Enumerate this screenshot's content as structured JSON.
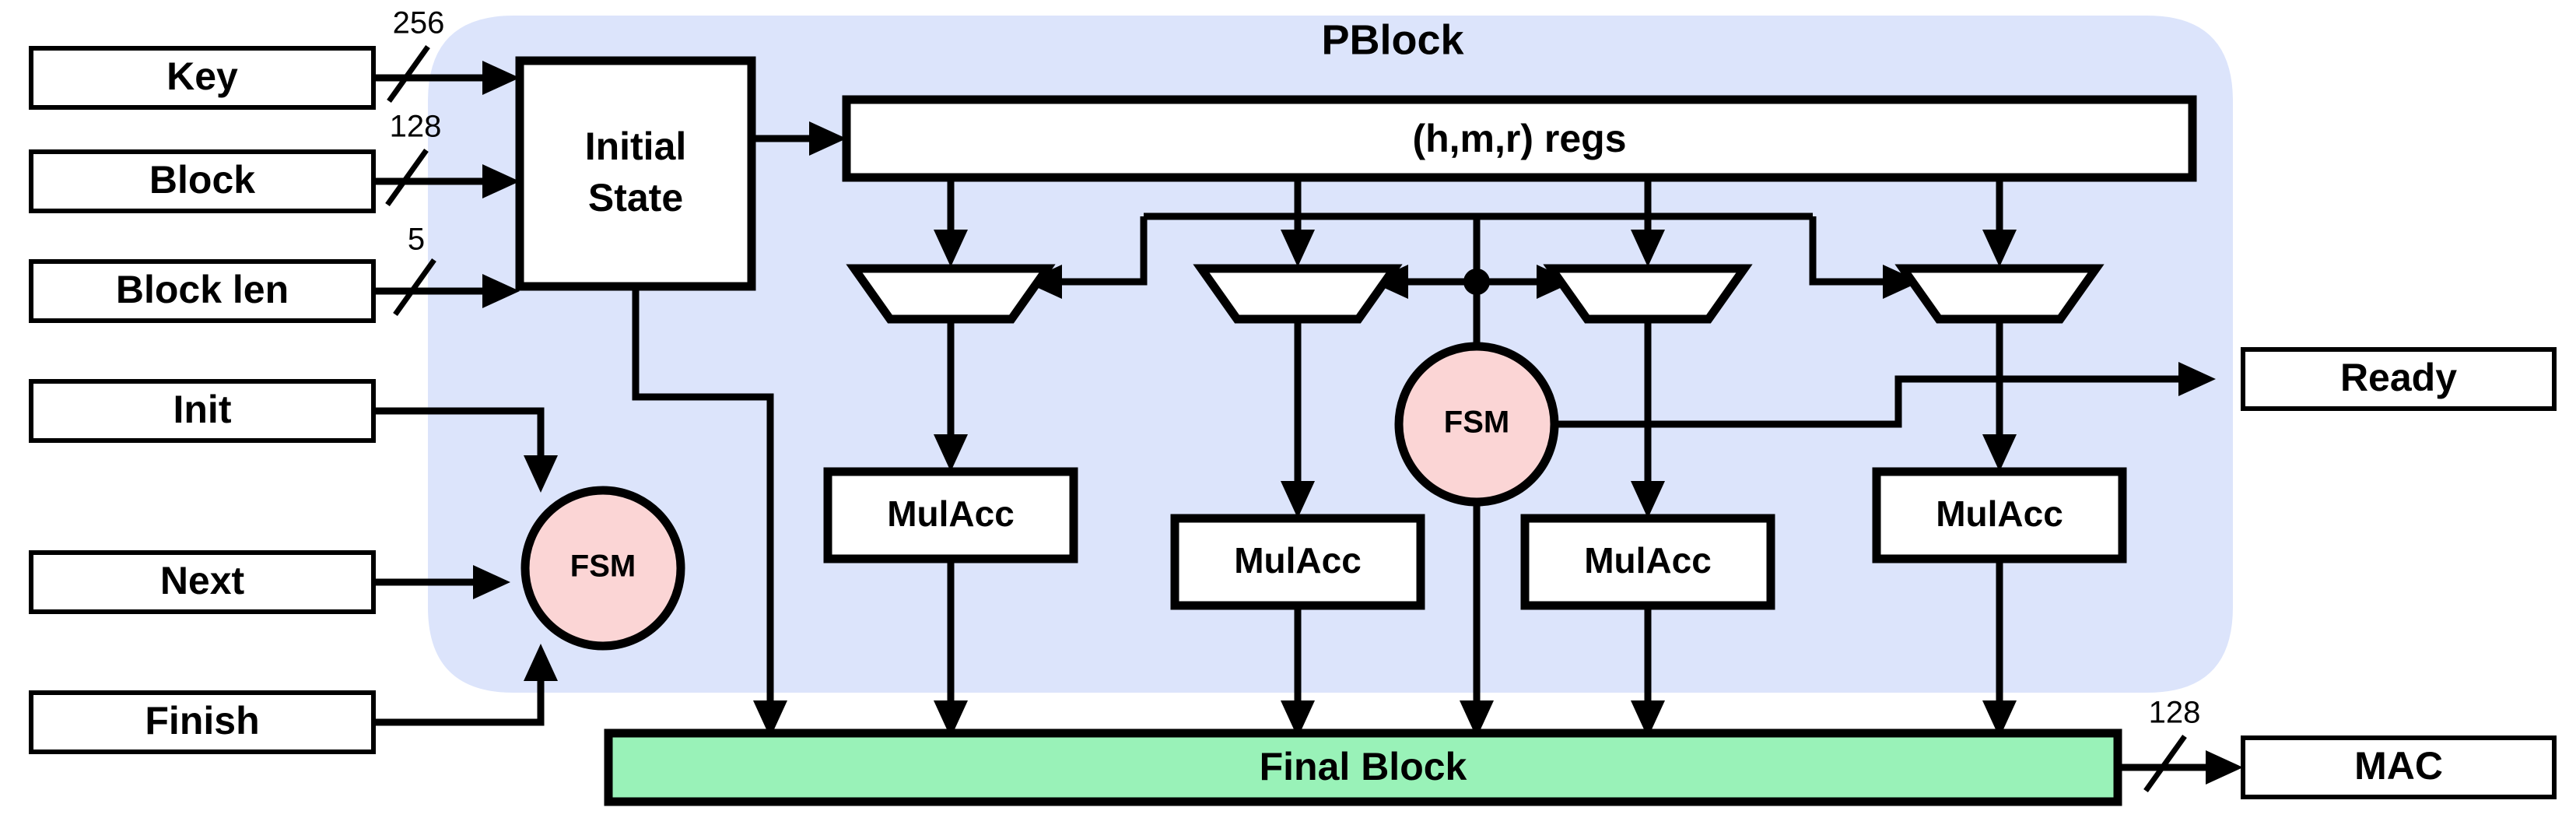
{
  "diagram": {
    "title": "PBlock",
    "region_label": "PBlock",
    "colors": {
      "pblock_background": "#DCE4FB",
      "fsm_fill": "#FBD5D5",
      "final_block_fill": "#99F2B8",
      "box_fill": "#FFFFFF",
      "stroke": "#000000",
      "page_background": "#FFFFFF"
    }
  },
  "inputs": [
    {
      "label": "Key",
      "bus_width": "256"
    },
    {
      "label": "Block",
      "bus_width": "128"
    },
    {
      "label": "Block len",
      "bus_width": "5"
    },
    {
      "label": "Init",
      "bus_width": ""
    },
    {
      "label": "Next",
      "bus_width": ""
    },
    {
      "label": "Finish",
      "bus_width": ""
    }
  ],
  "outputs": [
    {
      "label": "Ready",
      "bus_width": ""
    },
    {
      "label": "MAC",
      "bus_width": "128"
    }
  ],
  "blocks": {
    "initial_state": "Initial\nState",
    "initial_state_line1": "Initial",
    "initial_state_line2": "State",
    "regs": "(h,m,r) regs",
    "final_block": "Final Block"
  },
  "fsm": [
    {
      "label": "FSM",
      "location": "left-control"
    },
    {
      "label": "FSM",
      "location": "pblock-center"
    }
  ],
  "mulacc": [
    {
      "label": "MulAcc",
      "index": 1
    },
    {
      "label": "MulAcc",
      "index": 2
    },
    {
      "label": "MulAcc",
      "index": 3
    },
    {
      "label": "MulAcc",
      "index": 4
    }
  ],
  "muxes": [
    {
      "index": 1
    },
    {
      "index": 2
    },
    {
      "index": 3
    },
    {
      "index": 4
    }
  ],
  "bus_widths": {
    "key": "256",
    "block": "128",
    "block_len": "5",
    "mac": "128"
  }
}
